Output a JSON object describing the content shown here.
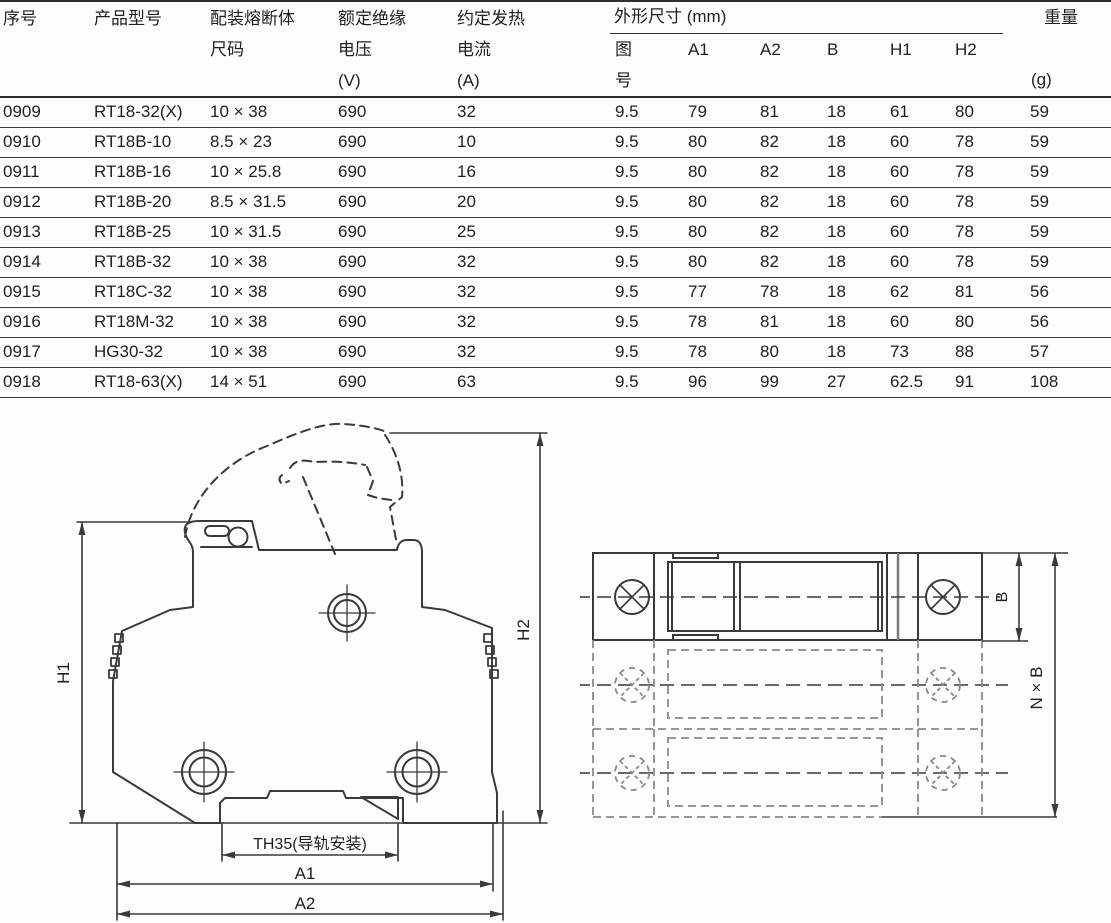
{
  "table": {
    "headers": [
      "序号",
      "产品型号",
      "配装熔断体\n尺码",
      "额定绝缘\n电压\n(V)",
      "约定发热\n电流\n(A)"
    ],
    "dims_group": {
      "title": "外形尺寸 (mm)",
      "sub": [
        "图\n号",
        "A1",
        "A2",
        "B",
        "H1",
        "H2"
      ]
    },
    "weight_header": {
      "label": "重量",
      "unit": "(g)"
    },
    "rows": [
      [
        "0909",
        "RT18-32(X)",
        "10 × 38",
        "690",
        "32",
        "9.5",
        "79",
        "81",
        "18",
        "61",
        "80",
        "59"
      ],
      [
        "0910",
        "RT18B-10",
        "8.5 × 23",
        "690",
        "10",
        "9.5",
        "80",
        "82",
        "18",
        "60",
        "78",
        "59"
      ],
      [
        "0911",
        "RT18B-16",
        "10 × 25.8",
        "690",
        "16",
        "9.5",
        "80",
        "82",
        "18",
        "60",
        "78",
        "59"
      ],
      [
        "0912",
        "RT18B-20",
        "8.5 × 31.5",
        "690",
        "20",
        "9.5",
        "80",
        "82",
        "18",
        "60",
        "78",
        "59"
      ],
      [
        "0913",
        "RT18B-25",
        "10 × 31.5",
        "690",
        "25",
        "9.5",
        "80",
        "82",
        "18",
        "60",
        "78",
        "59"
      ],
      [
        "0914",
        "RT18B-32",
        "10 × 38",
        "690",
        "32",
        "9.5",
        "80",
        "82",
        "18",
        "60",
        "78",
        "59"
      ],
      [
        "0915",
        "RT18C-32",
        "10 × 38",
        "690",
        "32",
        "9.5",
        "77",
        "78",
        "18",
        "62",
        "81",
        "56"
      ],
      [
        "0916",
        "RT18M-32",
        "10 × 38",
        "690",
        "32",
        "9.5",
        "78",
        "81",
        "18",
        "60",
        "80",
        "56"
      ],
      [
        "0917",
        "HG30-32",
        "10 × 38",
        "690",
        "32",
        "9.5",
        "78",
        "80",
        "18",
        "73",
        "88",
        "57"
      ],
      [
        "0918",
        "RT18-63(X)",
        "14 × 51",
        "690",
        "63",
        "9.5",
        "96",
        "99",
        "27",
        "62.5",
        "91",
        "108"
      ]
    ]
  },
  "drawings": {
    "side_view": {
      "dim_h1": "H1",
      "dim_h2": "H2",
      "rail_label": "TH35(导轨安装)",
      "dim_a1": "A1",
      "dim_a2": "A2"
    },
    "top_view": {
      "dim_b": "B",
      "dim_nb": "N × B"
    }
  },
  "colors": {
    "line": "#3a3a3a",
    "ghost": "#8a8a8a",
    "text": "#1f1f1f"
  }
}
